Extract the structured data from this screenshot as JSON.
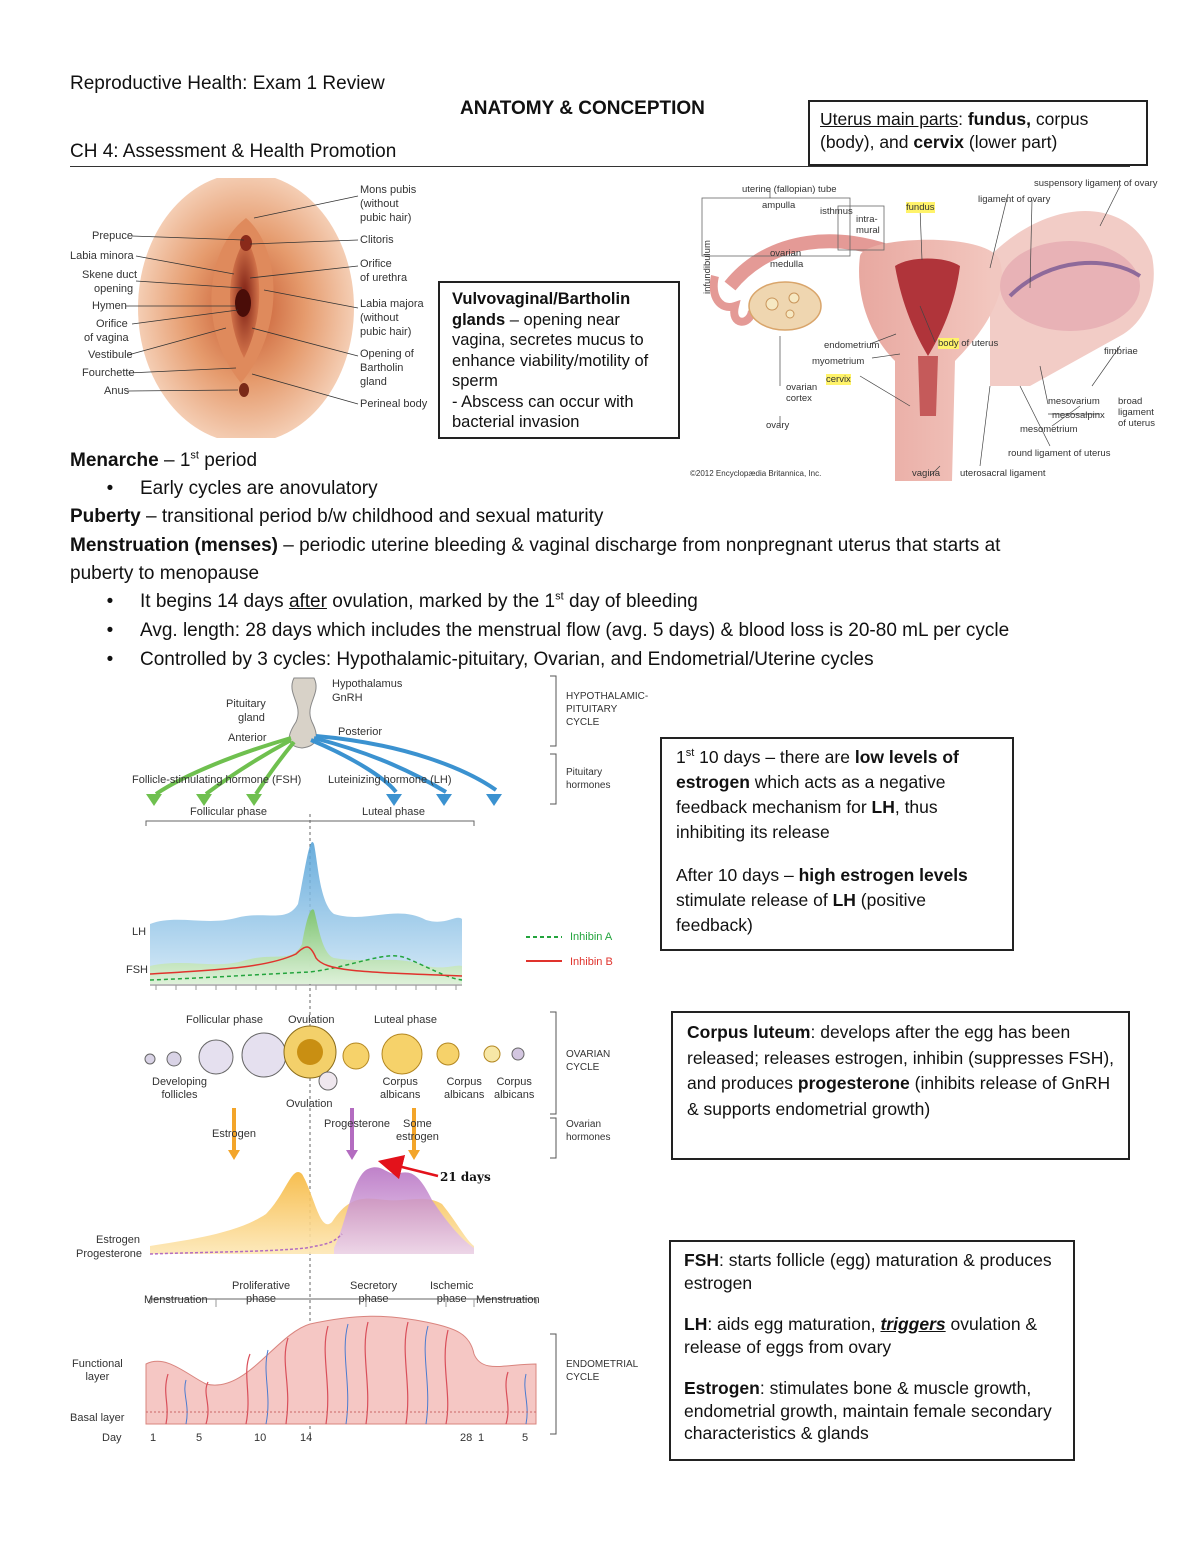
{
  "header": {
    "doc_title": "Reproductive Health: Exam 1 Review",
    "section_title": "ANATOMY & CONCEPTION",
    "chapter": "CH 4: Assessment & Health Promotion"
  },
  "uterus_box": {
    "lead": "Uterus main parts",
    "colon": ": ",
    "fundus": "fundus,",
    "rest1": " corpus (body), and ",
    "cervix": "cervix",
    "rest2": " (lower part)"
  },
  "vulva_figure": {
    "left_labels": [
      "Prepuce",
      "Labia minora",
      "Skene duct",
      "opening",
      "Hymen",
      "Orifice",
      "of vagina",
      "Vestibule",
      "Fourchette",
      "Anus"
    ],
    "right_labels": [
      "Mons pubis",
      "(without",
      "pubic hair)",
      "Clitoris",
      "Orifice",
      "of urethra",
      "Labia majora",
      "(without",
      "pubic hair)",
      "Opening of",
      "Bartholin",
      "gland",
      "Perineal body"
    ]
  },
  "bartholin_box": {
    "title": "Vulvovaginal/Bartholin glands",
    "desc": " – opening near vagina, secretes mucus to enhance viability/motility of sperm",
    "note": "- Abscess can occur with bacterial invasion"
  },
  "uterus_figure": {
    "labels": {
      "tube": "uterine (fallopian) tube",
      "ampulla": "ampulla",
      "isthmus": "isthmus",
      "intramural": "intra-\nmural",
      "fundus": "fundus",
      "suspensory": "suspensory ligament of ovary",
      "ligament_ovary": "ligament of ovary",
      "infundibulum": "infundibulum",
      "ovarian_medulla": "ovarian\nmedulla",
      "endometrium": "endometrium",
      "myometrium": "myometrium",
      "body": "body",
      "of_uterus": " of uterus",
      "cervix": "cervix",
      "ovarian_cortex": "ovarian\ncortex",
      "ovary": "ovary",
      "fimbriae": "fimbriae",
      "mesovarium": "mesovarium",
      "mesosalpinx": "mesosalpinx",
      "mesometrium": "mesometrium",
      "broad": "broad\nligament\nof uterus",
      "round": "round ligament of uterus",
      "vagina": "vagina",
      "uterosacral": "uterosacral ligament",
      "copyright": "©2012 Encyclopædia Britannica, Inc."
    }
  },
  "body_text": {
    "menarche_term": "Menarche",
    "menarche_def": " – 1",
    "menarche_sup": "st",
    "menarche_end": " period",
    "menarche_bullet": "Early cycles are anovulatory",
    "puberty_term": "Puberty",
    "puberty_def": " – transitional period b/w childhood and sexual maturity",
    "menstruation_term": "Menstruation (menses)",
    "menstruation_def": " – periodic uterine bleeding & vaginal discharge from nonpregnant uterus that starts at",
    "menstruation_def2": "puberty to menopause",
    "bullet1_a": "It begins 14 days ",
    "bullet1_u": "after",
    "bullet1_b": " ovulation, marked by the 1",
    "bullet1_sup": "st",
    "bullet1_c": " day of bleeding",
    "bullet2": "Avg. length: 28 days which includes the menstrual flow (avg. 5 days) & blood loss is 20-80 mL per cycle",
    "bullet3": "Controlled by 3 cycles: Hypothalamic-pituitary, Ovarian, and Endometrial/Uterine cycles"
  },
  "cycle_figure": {
    "hypothalamus": "Hypothalamus",
    "gnrh": "GnRH",
    "pituitary": "Pituitary",
    "gland": "gland",
    "anterior": "Anterior",
    "posterior": "Posterior",
    "fsh_long": "Follicle-stimulating hormone (FSH)",
    "lh_long": "Luteinizing hormone (LH)",
    "follicular_phase": "Follicular phase",
    "luteal_phase": "Luteal phase",
    "hp_cycle": "HYPOTHALAMIC-\nPITUITARY\nCYCLE",
    "pit_hormones": "Pituitary\nhormones",
    "lh": "LH",
    "fsh": "FSH",
    "inhibin_a": "Inhibin A",
    "inhibin_b": "Inhibin B",
    "follicular_phase2": "Follicular phase",
    "ovulation": "Ovulation",
    "luteal_phase2": "Luteal phase",
    "developing": "Developing\nfollicles",
    "ovulation2": "Ovulation",
    "corpus_albicans1": "Corpus\nalbicans",
    "corpus_albicans2": "Corpus\nalbicans",
    "corpus_albicans3": "Corpus\nalbicans",
    "ovarian_cycle": "OVARIAN\nCYCLE",
    "ovarian_hormones": "Ovarian\nhormones",
    "estrogen": "Estrogen",
    "progesterone": "Progesterone",
    "some_estrogen": "Some\nestrogen",
    "days21": "21 days",
    "estrogen_l": "Estrogen",
    "progesterone_l": "Progesterone",
    "menstruation": "Menstruation",
    "proliferative": "Proliferative\nphase",
    "secretory": "Secretory\nphase",
    "ischemic": "Ischemic\nphase",
    "menstruation2": "Menstruation",
    "endometrial_cycle": "ENDOMETRIAL\nCYCLE",
    "functional": "Functional\nlayer",
    "basal": "Basal layer",
    "day": "Day",
    "days": [
      "1",
      "5",
      "10",
      "14",
      "28",
      "1",
      "5"
    ]
  },
  "estrogen_box": {
    "p1_a": "1",
    "p1_sup": "st",
    "p1_b": " 10 days – there are ",
    "p1_bold1": "low levels of estrogen",
    "p1_c": " which acts as a negative feedback mechanism for ",
    "p1_bold2": "LH",
    "p1_d": ", thus inhibiting its release",
    "p2_a": "After 10 days – ",
    "p2_bold1": "high estrogen levels",
    "p2_b": " stimulate release of ",
    "p2_bold2": "LH",
    "p2_c": " (positive feedback)"
  },
  "corpus_box": {
    "term": "Corpus luteum",
    "a": ": develops after the egg has been released; releases estrogen, inhibin (suppresses FSH), and produces ",
    "bold": "progesterone",
    "b": " (inhibits release of GnRH & supports endometrial growth)"
  },
  "hormone_box": {
    "fsh_term": "FSH",
    "fsh_def": ": starts follicle (egg) maturation & produces estrogen",
    "lh_term": "LH",
    "lh_def1": ": aids egg maturation, ",
    "lh_trig": "triggers",
    "lh_def2": " ovulation & release of eggs from ovary",
    "est_term": "Estrogen",
    "est_def": ": stimulates bone & muscle growth, endometrial growth, maintain female secondary characteristics & glands"
  },
  "colors": {
    "lh_fill": "#7ab8e0",
    "fsh_fill": "#8fd27a",
    "estrogen_fill": "#f7c45a",
    "progesterone_fill": "#c98ad0",
    "arrow_red": "#e3121b"
  }
}
